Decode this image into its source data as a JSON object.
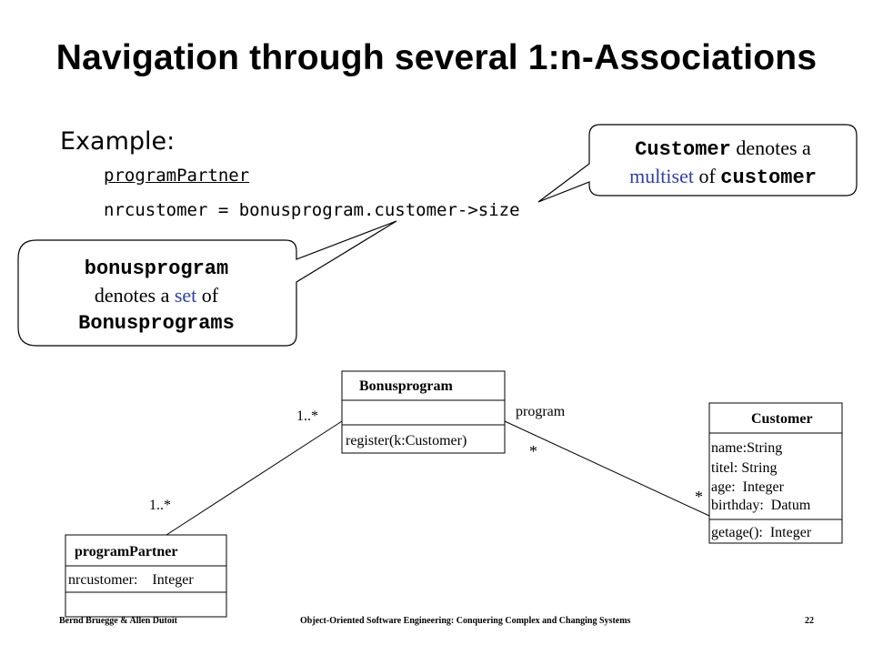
{
  "title": "Navigation through several 1:n-Associations",
  "example_label": "Example:",
  "code": {
    "line1": "programPartner",
    "line2": "nrcustomer = bonusprogram.customer->size"
  },
  "callout_customer": {
    "mono1": "Customer",
    "text1": " denotes a",
    "blue_word": "multiset",
    "text2": " of ",
    "mono2": "customer"
  },
  "callout_bonus": {
    "mono1": "bonusprogram",
    "text1": "denotes a ",
    "blue_word": "set",
    "text2": " of",
    "mono2": "Bonusprograms"
  },
  "classes": {
    "bonusprogram": {
      "name": "Bonusprogram",
      "operation": "register(k:Customer)"
    },
    "customer": {
      "name": "Customer",
      "attributes": [
        "name:String",
        "titel: String",
        "age:  Integer",
        "birthday:  Datum"
      ],
      "operation": "getage():  Integer"
    },
    "partner": {
      "name": "programPartner",
      "attribute": "nrcustomer:    Integer"
    }
  },
  "associations": {
    "partner_bonus": {
      "near_bonus": "1..*",
      "near_partner": "1..*"
    },
    "bonus_customer": {
      "role": "program",
      "near_bonus": "*",
      "near_customer": "*"
    }
  },
  "footer": {
    "left": "Bernd Bruegge & Allen Dutoit",
    "center": "Object-Oriented Software Engineering: Conquering Complex and Changing Systems",
    "page": "22"
  }
}
